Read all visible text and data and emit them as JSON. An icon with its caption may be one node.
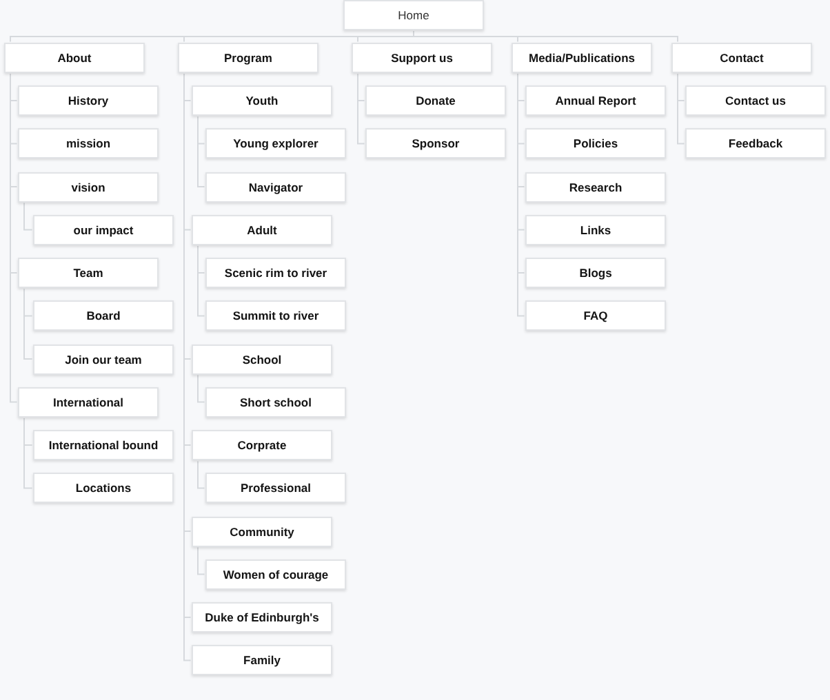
{
  "diagram": {
    "nodes": [
      {
        "text": [
          "Home"
        ]
      },
      {
        "text": [
          "About"
        ]
      },
      {
        "text": [
          "Program"
        ]
      },
      {
        "text": [
          "Support us"
        ]
      },
      {
        "text": [
          "Media/Publications"
        ]
      },
      {
        "text": [
          "Contact"
        ]
      },
      {
        "text": [
          "History"
        ]
      },
      {
        "text": [
          "mission"
        ]
      },
      {
        "text": [
          "vision"
        ]
      },
      {
        "text": [
          "our impact"
        ]
      },
      {
        "text": [
          "Team"
        ]
      },
      {
        "text": [
          "Board"
        ]
      },
      {
        "text": [
          "Join our team"
        ]
      },
      {
        "text": [
          "International"
        ]
      },
      {
        "text": [
          "International bound"
        ]
      },
      {
        "text": [
          "Locations"
        ]
      },
      {
        "text": [
          "Youth"
        ]
      },
      {
        "text": [
          "Young explorer"
        ]
      },
      {
        "text": [
          "Navigator"
        ]
      },
      {
        "text": [
          "Adult"
        ]
      },
      {
        "text": [
          "Scenic rim to river"
        ]
      },
      {
        "text": [
          "Summit to river"
        ]
      },
      {
        "text": [
          "School"
        ]
      },
      {
        "text": [
          "Short school"
        ]
      },
      {
        "text": [
          "Corprate"
        ]
      },
      {
        "text": [
          "Professional"
        ]
      },
      {
        "text": [
          "Community"
        ]
      },
      {
        "text": [
          "Women of courage"
        ]
      },
      {
        "text": [
          "Duke of Edinburgh's"
        ]
      },
      {
        "text": [
          "Family"
        ]
      },
      {
        "text": [
          "Donate"
        ]
      },
      {
        "text": [
          "Sponsor"
        ]
      },
      {
        "text": [
          "Annual Report"
        ]
      },
      {
        "text": [
          "Policies"
        ]
      },
      {
        "text": [
          "Research"
        ]
      },
      {
        "text": [
          "Links"
        ]
      },
      {
        "text": [
          "Blogs"
        ]
      },
      {
        "text": [
          "FAQ"
        ]
      },
      {
        "text": [
          "Contact us"
        ]
      },
      {
        "text": [
          "Feedback"
        ]
      }
    ],
    "edges": [
      {
        "from": 0,
        "to": 1,
        "arrow": "none"
      },
      {
        "from": 0,
        "to": 2,
        "arrow": "none"
      },
      {
        "from": 0,
        "to": 3,
        "arrow": "none"
      },
      {
        "from": 0,
        "to": 4,
        "arrow": "none"
      },
      {
        "from": 0,
        "to": 5,
        "arrow": "none"
      },
      {
        "from": 1,
        "to": 6,
        "arrow": "none"
      },
      {
        "from": 1,
        "to": 7,
        "arrow": "none"
      },
      {
        "from": 1,
        "to": 8,
        "arrow": "none"
      },
      {
        "from": 8,
        "to": 9,
        "arrow": "none"
      },
      {
        "from": 1,
        "to": 10,
        "arrow": "none"
      },
      {
        "from": 10,
        "to": 11,
        "arrow": "none"
      },
      {
        "from": 10,
        "to": 12,
        "arrow": "none"
      },
      {
        "from": 1,
        "to": 13,
        "arrow": "none"
      },
      {
        "from": 13,
        "to": 14,
        "arrow": "none"
      },
      {
        "from": 13,
        "to": 15,
        "arrow": "none"
      },
      {
        "from": 2,
        "to": 16,
        "arrow": "none"
      },
      {
        "from": 16,
        "to": 17,
        "arrow": "none"
      },
      {
        "from": 16,
        "to": 18,
        "arrow": "none"
      },
      {
        "from": 2,
        "to": 19,
        "arrow": "none"
      },
      {
        "from": 19,
        "to": 20,
        "arrow": "none"
      },
      {
        "from": 19,
        "to": 21,
        "arrow": "none"
      },
      {
        "from": 2,
        "to": 22,
        "arrow": "none"
      },
      {
        "from": 22,
        "to": 23,
        "arrow": "none"
      },
      {
        "from": 2,
        "to": 24,
        "arrow": "none"
      },
      {
        "from": 24,
        "to": 25,
        "arrow": "none"
      },
      {
        "from": 2,
        "to": 26,
        "arrow": "none"
      },
      {
        "from": 26,
        "to": 27,
        "arrow": "none"
      },
      {
        "from": 2,
        "to": 28,
        "arrow": "none"
      },
      {
        "from": 2,
        "to": 29,
        "arrow": "none"
      },
      {
        "from": 3,
        "to": 30,
        "arrow": "none"
      },
      {
        "from": 3,
        "to": 31,
        "arrow": "none"
      },
      {
        "from": 4,
        "to": 32,
        "arrow": "none"
      },
      {
        "from": 4,
        "to": 33,
        "arrow": "none"
      },
      {
        "from": 4,
        "to": 34,
        "arrow": "none"
      },
      {
        "from": 4,
        "to": 35,
        "arrow": "none"
      },
      {
        "from": 4,
        "to": 36,
        "arrow": "none"
      },
      {
        "from": 4,
        "to": 37,
        "arrow": "none"
      },
      {
        "from": 5,
        "to": 38,
        "arrow": "none"
      },
      {
        "from": 5,
        "to": 39,
        "arrow": "none"
      }
    ]
  }
}
